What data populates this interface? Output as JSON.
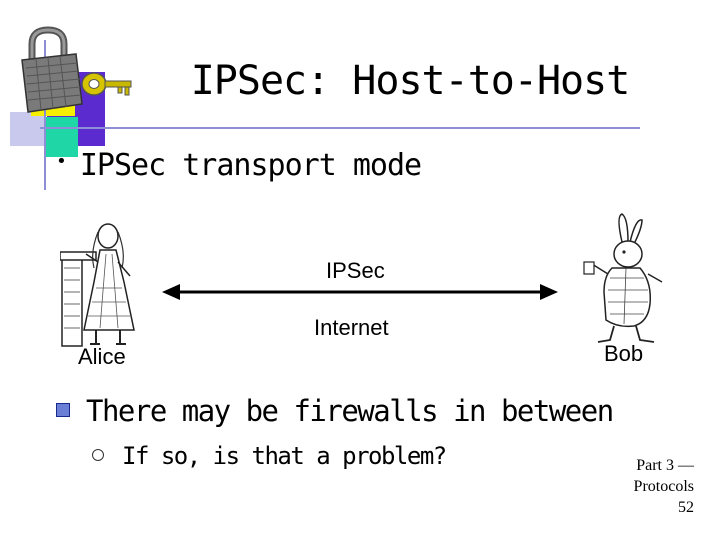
{
  "slide": {
    "title": "IPSec: Host-to-Host",
    "bullet_main": "IPSec transport mode",
    "diagram": {
      "left_label": "Alice",
      "right_label": "Bob",
      "arrow_top_label": "IPSec",
      "arrow_bottom_label": "Internet"
    },
    "sub_bullet": "There may be firewalls in between",
    "sub_sub_bullet": "If so, is that a problem?",
    "footer": {
      "line1": "Part 3 —",
      "line2": "Protocols",
      "page_number": "52"
    }
  },
  "icons": [
    "padlock-key-icon",
    "bullet-dot-icon",
    "square-bullet-icon",
    "circle-bullet-icon",
    "alice-figure-icon",
    "bob-rabbit-icon"
  ]
}
